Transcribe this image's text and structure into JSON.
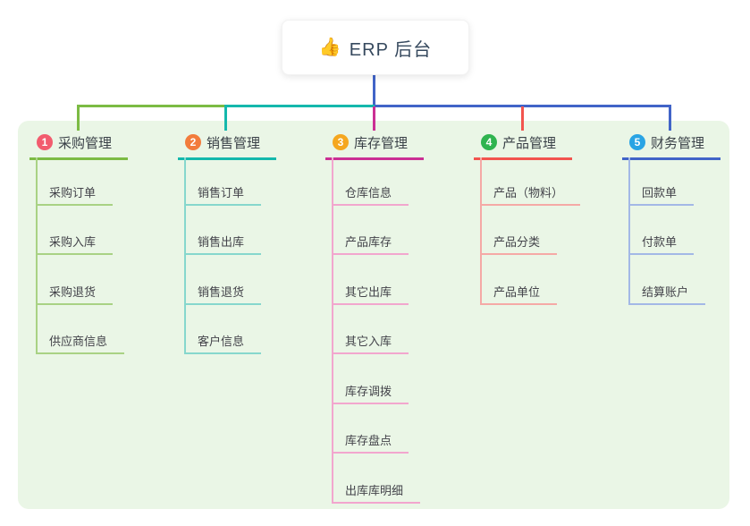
{
  "root": {
    "icon": "👍",
    "title": "ERP 后台"
  },
  "branches": [
    {
      "num": "1",
      "title": "采购管理",
      "color": "#7cbb44",
      "light_color": "#a9d284",
      "badge_color": "#f25c6e",
      "children": [
        "采购订单",
        "采购入库",
        "采购退货",
        "供应商信息"
      ]
    },
    {
      "num": "2",
      "title": "销售管理",
      "color": "#14b8ac",
      "light_color": "#86d7cd",
      "badge_color": "#f27c3c",
      "children": [
        "销售订单",
        "销售出库",
        "销售退货",
        "客户信息"
      ]
    },
    {
      "num": "3",
      "title": "库存管理",
      "color": "#cb2f94",
      "light_color": "#f2a6ce",
      "badge_color": "#f5a71f",
      "children": [
        "仓库信息",
        "产品库存",
        "其它出库",
        "其它入库",
        "库存调拨",
        "库存盘点",
        "出库库明细"
      ]
    },
    {
      "num": "4",
      "title": "产品管理",
      "color": "#f2544e",
      "light_color": "#f5a9a6",
      "badge_color": "#2fb44f",
      "children": [
        "产品（物料）",
        "产品分类",
        "产品单位"
      ]
    },
    {
      "num": "5",
      "title": "财务管理",
      "color": "#4164c8",
      "light_color": "#a3b8e6",
      "badge_color": "#29a4e4",
      "children": [
        "回款单",
        "付款单",
        "结算账户"
      ]
    }
  ],
  "palette": {
    "background": "#ffffff",
    "panel_background": "#eaf6e6",
    "root_connector": "#4164c8",
    "root_text": "#36495e"
  }
}
